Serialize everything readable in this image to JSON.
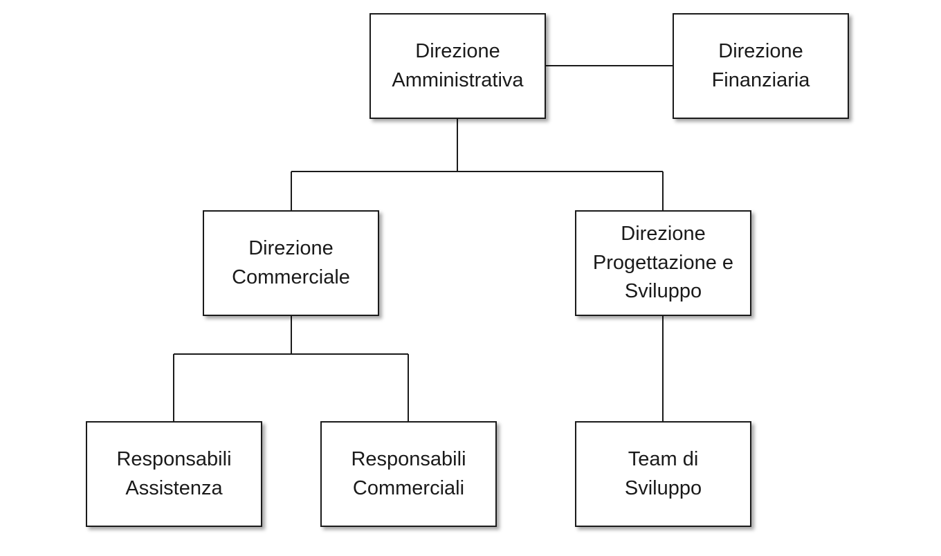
{
  "nodes": {
    "amministrativa": {
      "label": "Direzione\nAmministrativa"
    },
    "finanziaria": {
      "label": "Direzione\nFinanziaria"
    },
    "commerciale": {
      "label": "Direzione\nCommerciale"
    },
    "progettazione": {
      "label": "Direzione\nProgettazione e\nSviluppo"
    },
    "assistenza": {
      "label": "Responsabili\nAssistenza"
    },
    "resp_commerciali": {
      "label": "Responsabili\nCommerciali"
    },
    "team_sviluppo": {
      "label": "Team di\nSviluppo"
    }
  },
  "colors": {
    "line": "#1a1a1a",
    "box_fill": "#ffffff",
    "background": "#ffffff"
  }
}
